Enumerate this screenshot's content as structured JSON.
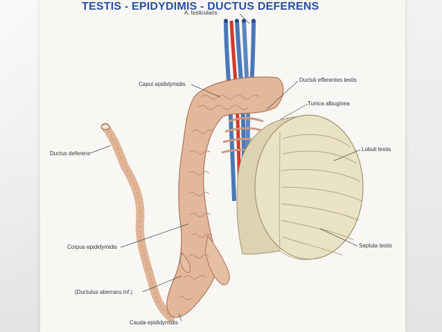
{
  "title": "TESTIS - EPIDYDIMIS - DUCTUS DEFERENS",
  "labels": {
    "a_testicularis": "A. testicularis",
    "caput_epididymidis": "Caput epididymidis",
    "ductuli_efferentes": "Ductuli efferentes testis",
    "tunica_albuginea": "Tunica albuginea",
    "ductus_deferens": "Ductus deferens",
    "lobuli_testis": "Lobuli testis",
    "corpus_epididymidis": "Corpus epididymidis",
    "septula_testis": "Septula testis",
    "ductulus_aberrans": "(Ductulus aberrans inf.)",
    "cauda_epididymidis": "Cauda epididymidis"
  },
  "colors": {
    "title": "#2a4ea0",
    "epididymis": "#e3b89a",
    "epididymis_outline": "#a9745a",
    "testis": "#e9e2c4",
    "tunica": "#ddd3b2",
    "vein": "#4a78b8",
    "artery": "#d23a2a"
  },
  "icons": {
    "next": "chevron-right-icon"
  }
}
